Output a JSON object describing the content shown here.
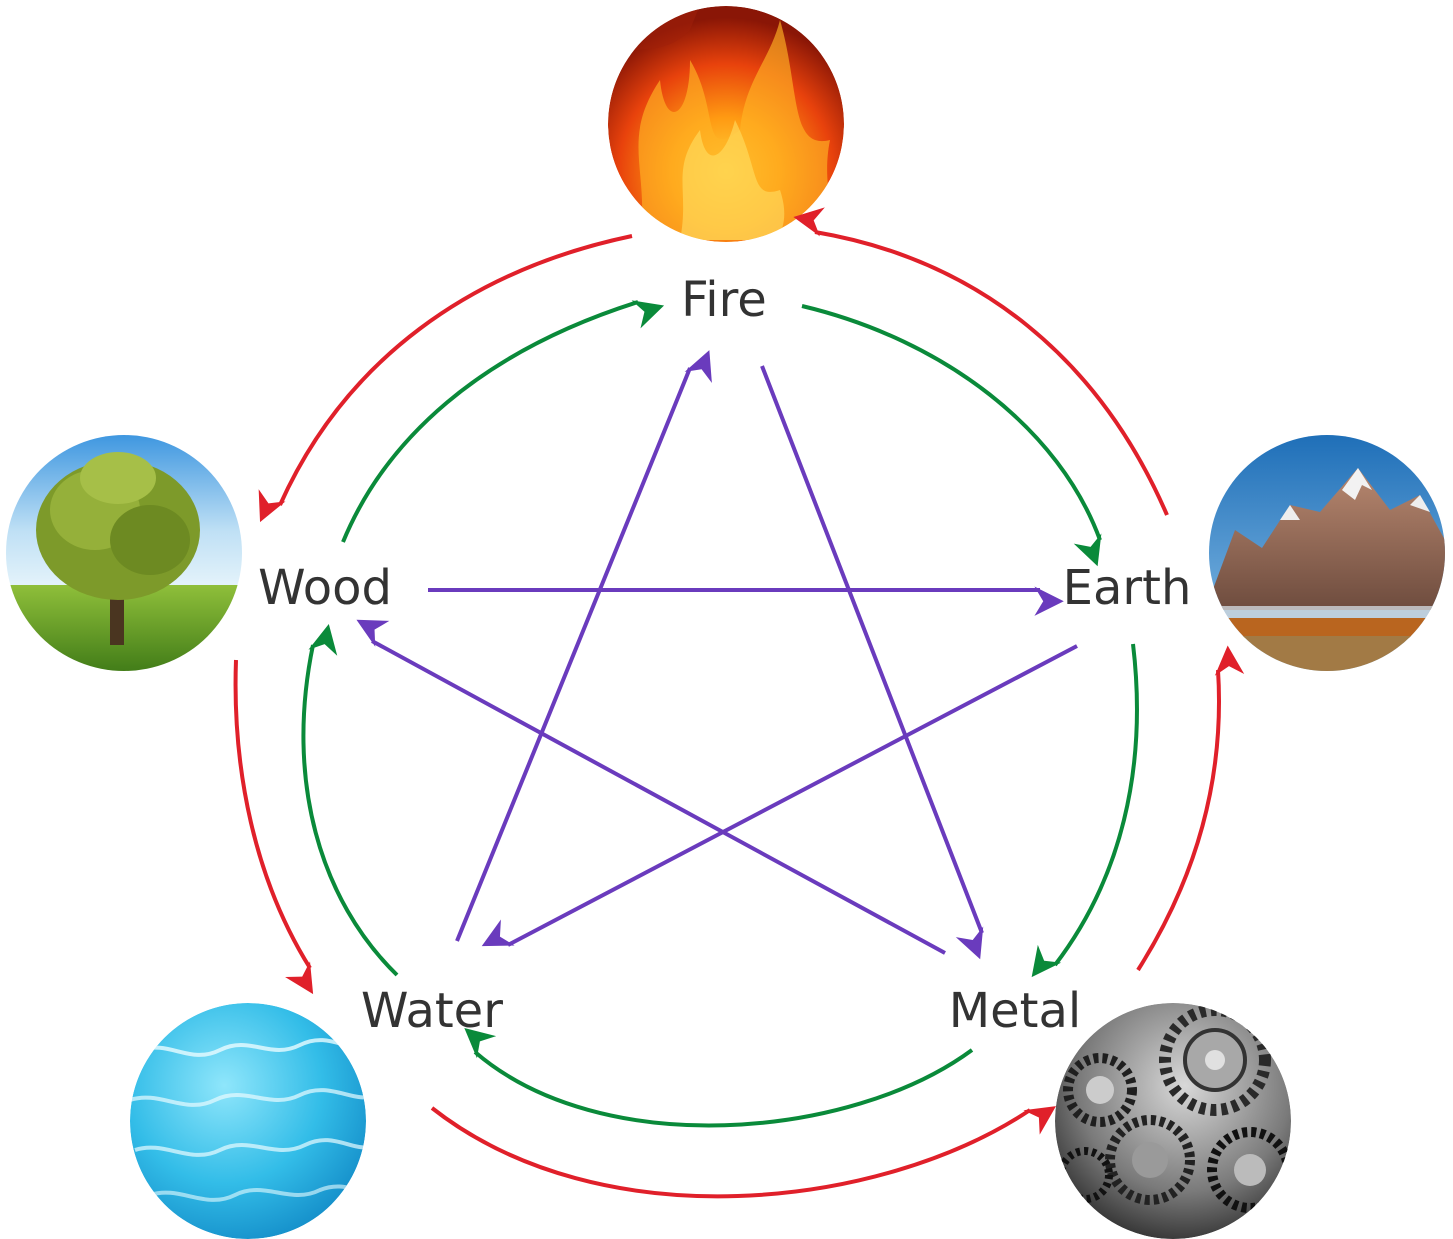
{
  "elements": {
    "fire": {
      "label": "Fire",
      "icon": "fire-photo-icon"
    },
    "earth": {
      "label": "Earth",
      "icon": "mountain-photo-icon"
    },
    "metal": {
      "label": "Metal",
      "icon": "gears-photo-icon"
    },
    "water": {
      "label": "Water",
      "icon": "water-photo-icon"
    },
    "wood": {
      "label": "Wood",
      "icon": "tree-photo-icon"
    }
  },
  "cycles": {
    "generating": {
      "color": "#0a8a3a",
      "sequence": [
        "wood",
        "fire",
        "earth",
        "metal",
        "water"
      ]
    },
    "overacting": {
      "color": "#e0202a",
      "sequence": [
        "fire",
        "wood",
        "water",
        "metal",
        "earth"
      ]
    },
    "controlling": {
      "color": "#6a3bbd",
      "sequence": [
        "wood",
        "earth",
        "water",
        "fire",
        "metal"
      ]
    }
  }
}
